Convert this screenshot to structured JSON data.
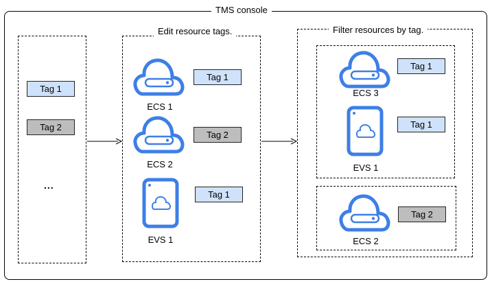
{
  "console": {
    "title": "TMS console"
  },
  "tag_list": {
    "tag1": "Tag 1",
    "tag2": "Tag 2",
    "more": "..."
  },
  "edit_panel": {
    "title": "Edit resource tags.",
    "items": [
      {
        "icon": "ecs-cloud-icon",
        "label": "ECS 1",
        "tag": "Tag 1"
      },
      {
        "icon": "ecs-cloud-icon",
        "label": "ECS 2",
        "tag": "Tag 2"
      },
      {
        "icon": "evs-disk-icon",
        "label": "EVS 1",
        "tag": "Tag 1"
      }
    ]
  },
  "filter_panel": {
    "title": "Filter resources by tag.",
    "group_tag1": [
      {
        "icon": "ecs-cloud-icon",
        "label": "ECS 3",
        "tag": "Tag 1"
      },
      {
        "icon": "evs-disk-icon",
        "label": "EVS 1",
        "tag": "Tag 1"
      }
    ],
    "group_tag2": [
      {
        "icon": "ecs-cloud-icon",
        "label": "ECS 2",
        "tag": "Tag 2"
      }
    ]
  },
  "colors": {
    "icon_blue": "#3d7fe6",
    "tag_blue_fill": "#cfe2fb",
    "tag_gray_fill": "#bdbdbd"
  }
}
